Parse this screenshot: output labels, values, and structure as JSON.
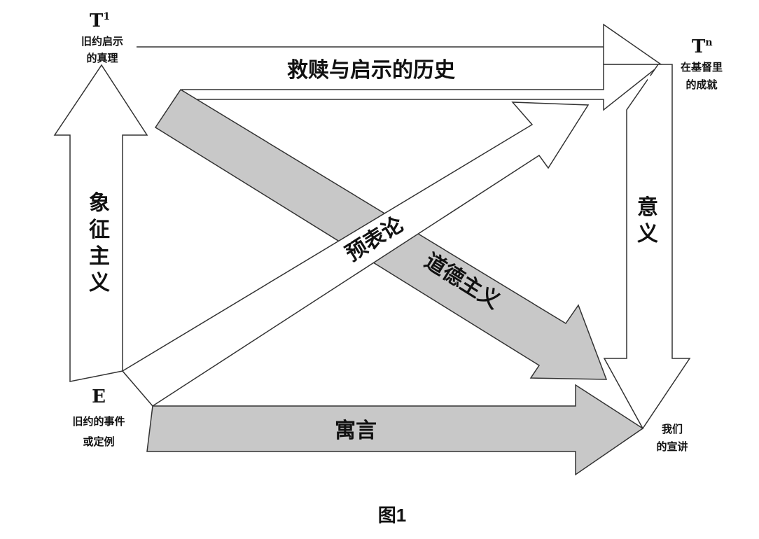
{
  "colors": {
    "background": "#ffffff",
    "stroke": "#333333",
    "gray_fill": "#c8c8c8",
    "white_fill": "#ffffff"
  },
  "nodes": {
    "t1": {
      "symbol": "T",
      "sup": "1",
      "line1": "旧约启示",
      "line2": "的真理"
    },
    "tn": {
      "symbol": "T",
      "sup": "n",
      "line1": "在基督里",
      "line2": "的成就"
    },
    "e": {
      "symbol": "E",
      "line1": "旧约的事件",
      "line2": "或定例"
    },
    "preaching": {
      "line1": "我们",
      "line2": "的宣讲"
    }
  },
  "arrows": {
    "history": "救赎与启示的历史",
    "symbolism": [
      "象",
      "征",
      "主",
      "义"
    ],
    "typology": "预表论",
    "moralism": "道德主义",
    "allegory": "寓言",
    "meaning": [
      "意",
      "义"
    ]
  },
  "caption": "图1"
}
